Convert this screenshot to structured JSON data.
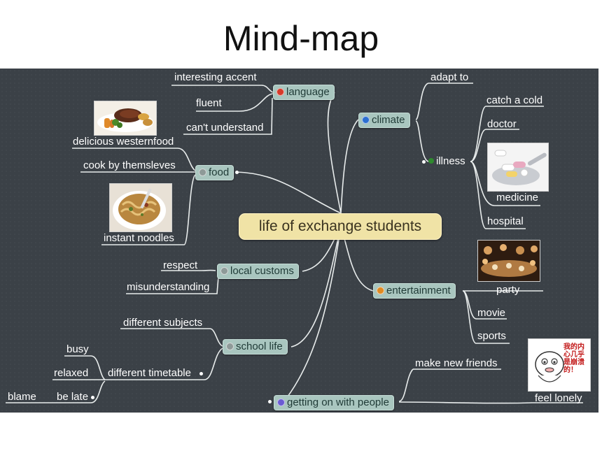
{
  "title": "Mind-map",
  "central": "life of  exchange students",
  "colors": {
    "board": "#3b4147",
    "node": "#a9c6bf",
    "central": "#f0e3a6",
    "lines": "#e8ecec"
  },
  "branches": {
    "language": {
      "label": "language",
      "marker_color": "#d63a2a",
      "children": [
        "interesting accent",
        "fluent",
        "can't understand"
      ]
    },
    "food": {
      "label": "food",
      "marker_color": "#8e9a98",
      "children": [
        "delicious westernfood",
        "cook by themsleves",
        "instant noodles"
      ]
    },
    "local_customs": {
      "label": "local customs",
      "marker_color": "#8e9a98",
      "children": [
        "respect",
        "misunderstanding"
      ]
    },
    "school_life": {
      "label": "school life",
      "marker_color": "#8e9a98",
      "children": [
        "different subjects",
        "different timetable",
        "busy",
        "relaxed",
        "be late",
        "blame"
      ]
    },
    "getting_on": {
      "label": "getting on with people",
      "marker_color": "#6a5bd3",
      "children": [
        "make new friends",
        "feel lonely"
      ]
    },
    "climate": {
      "label": "climate",
      "marker_color": "#2c6fd1",
      "children": [
        "adapt to",
        "illness",
        "catch a cold",
        "doctor",
        "medicine",
        "hospital"
      ]
    },
    "entertainment": {
      "label": "entertainment",
      "marker_color": "#e08a22",
      "children": [
        "party",
        "movie",
        "sports"
      ]
    }
  },
  "images": {
    "steak": "steak-photo",
    "noodles": "instant-noodles-photo",
    "medicine": "medicine-photo",
    "party": "party-photo",
    "lonely": "lonely-cartoon"
  },
  "cartoon_text": "我的内心几乎是崩溃的！"
}
